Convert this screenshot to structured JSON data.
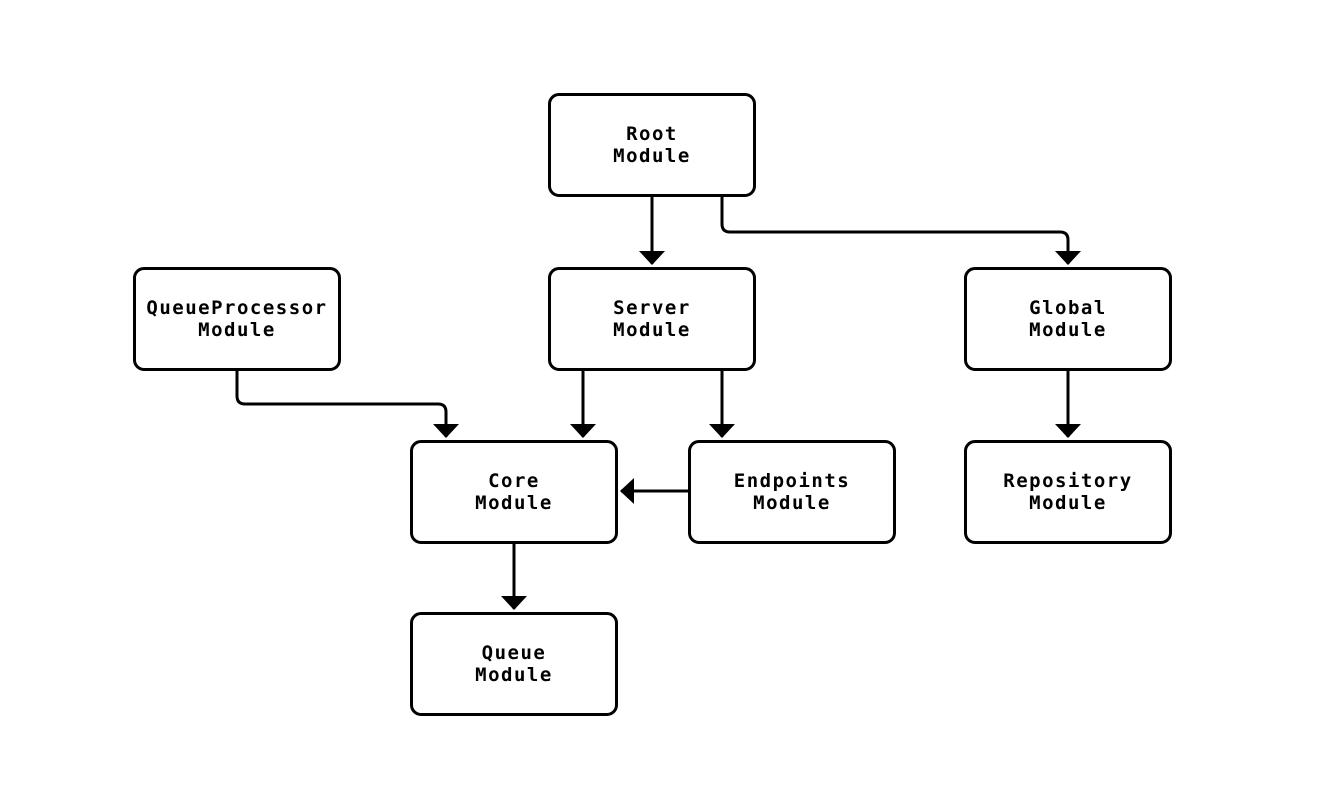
{
  "diagram": {
    "type": "module-dependency-flowchart",
    "background_color": "#ffffff",
    "node_fill_color": "#ffffff",
    "node_border_color": "#000000",
    "edge_color": "#000000",
    "text_color": "#000000"
  },
  "nodes": {
    "root": {
      "line1": "Root",
      "line2": "Module"
    },
    "queueprocessor": {
      "line1": "QueueProcessor",
      "line2": "Module"
    },
    "server": {
      "line1": "Server",
      "line2": "Module"
    },
    "global": {
      "line1": "Global",
      "line2": "Module"
    },
    "core": {
      "line1": "Core",
      "line2": "Module"
    },
    "endpoints": {
      "line1": "Endpoints",
      "line2": "Module"
    },
    "repository": {
      "line1": "Repository",
      "line2": "Module"
    },
    "queue": {
      "line1": "Queue",
      "line2": "Module"
    }
  },
  "edges": [
    {
      "from": "Root Module",
      "to": "Server Module"
    },
    {
      "from": "Root Module",
      "to": "Global Module"
    },
    {
      "from": "QueueProcessor Module",
      "to": "Core Module"
    },
    {
      "from": "Server Module",
      "to": "Core Module"
    },
    {
      "from": "Server Module",
      "to": "Endpoints Module"
    },
    {
      "from": "Endpoints Module",
      "to": "Core Module"
    },
    {
      "from": "Global Module",
      "to": "Repository Module"
    },
    {
      "from": "Core Module",
      "to": "Queue Module"
    }
  ]
}
